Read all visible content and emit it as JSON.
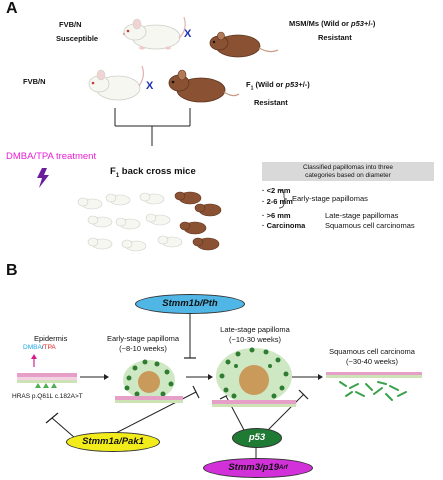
{
  "panel_a": {
    "label": "A",
    "fvbn_top": "FVB/N",
    "susceptible": "Susceptible",
    "cross_top": "X",
    "msm_label": "MSM/Ms (Wild or p53+/-)",
    "msm_name": "MSM/Ms (Wild or ",
    "msm_p53": "p53",
    "msm_tail": "+/-)",
    "resistant_top": "Resistant",
    "fvbn_mid": "FVB/N",
    "cross_mid": "X",
    "f1_label": "F1 (Wild or p53+/-)",
    "f1_main": "F",
    "f1_sub": "1",
    "f1_rest": " (Wild or ",
    "f1_p53": "p53",
    "f1_tail": "+/-)",
    "resistant_mid": "Resistant",
    "treatment": "DMBA/TPA treatment",
    "backcross_main": "F",
    "backcross_sub": "1",
    "backcross_rest": " back cross mice",
    "classified": "Classified papillomas into three categories based on diameter",
    "classified_l1": "Classified papillomas into three",
    "classified_l2": "categories based on diameter",
    "categories": [
      {
        "size": "<2 mm",
        "bullet": "·"
      },
      {
        "size": "2-6 mm",
        "bullet": "·"
      },
      {
        "size": ">6 mm",
        "bullet": "·"
      },
      {
        "size": "Carcinoma",
        "bullet": "·"
      }
    ],
    "early": "Early-stage papillomas",
    "late": "Late-stage papillomas",
    "scc": "Squamous cell carcinomas"
  },
  "panel_b": {
    "label": "B",
    "gene_top": "Stmm1b/Pth",
    "epidermis": "Epidermis",
    "dmba": "DMBA",
    "slash": "/",
    "tpa": "TPA",
    "hras": "HRAS p.Q61L c.182A>T",
    "early_title": "Early-stage papilloma",
    "early_weeks": "(~8-10 weeks)",
    "late_title": "Late-stage  papilloma",
    "late_weeks": "(~10-30 weeks)",
    "scc_title": "Squamous cell carcinoma",
    "scc_weeks": "(~30-40 weeks)",
    "gene_left": "Stmm1a/Pak1",
    "p53": "p53",
    "gene_bottom_main": "Stmm3/p19",
    "gene_bottom_sup": "Arf"
  },
  "colors": {
    "treatment": "#e81fd3",
    "cross": "#1a2fb5",
    "gene_top_fill": "#4fb6e6",
    "gene_left_fill": "#f2ec1b",
    "p53_fill": "#1f7a34",
    "gene_bottom_fill": "#d230d8",
    "dmba": "#1aa6e6",
    "tpa": "#e5231f"
  }
}
